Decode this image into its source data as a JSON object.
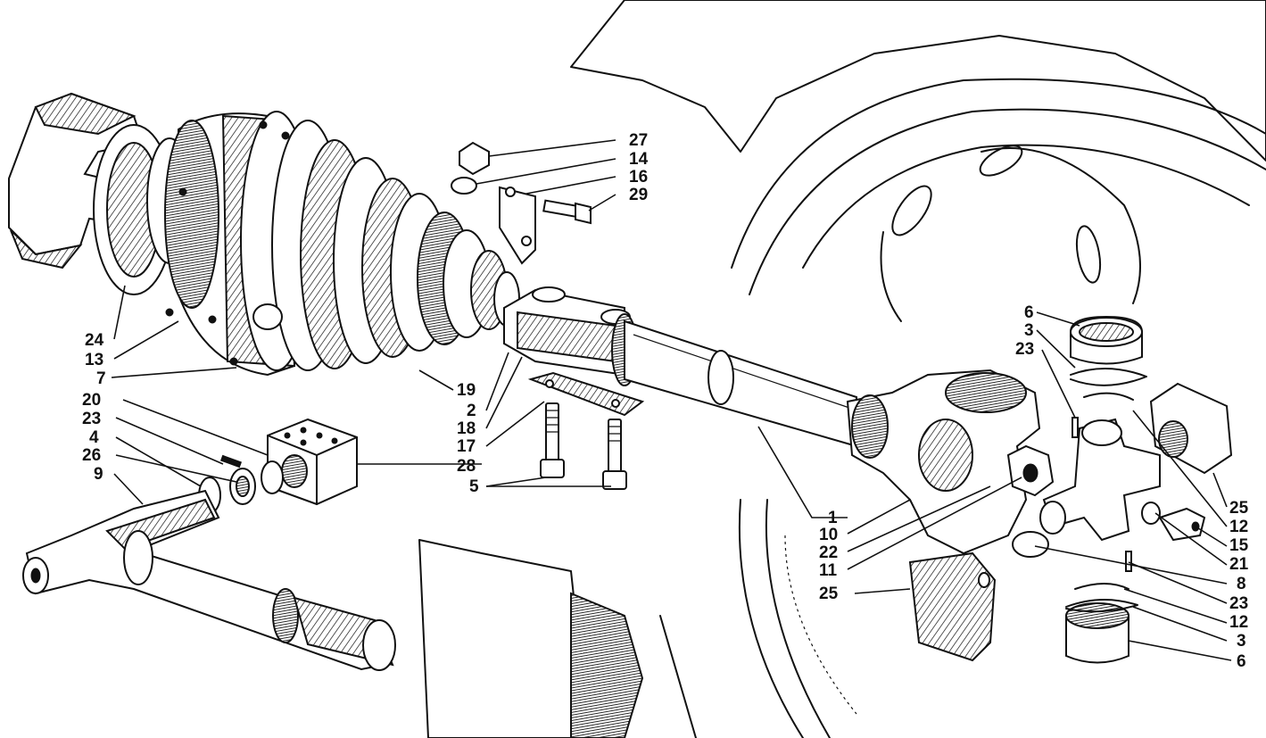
{
  "diagram": {
    "description_labels": {
      "left_column": [
        "24",
        "13",
        "7",
        "20",
        "23",
        "4",
        "26",
        "9"
      ],
      "center_group": [
        "19",
        "2",
        "18",
        "17",
        "28",
        "5"
      ],
      "top_group": [
        "27",
        "14",
        "16",
        "29"
      ],
      "center_right": [
        "1",
        "10",
        "22",
        "11",
        "25"
      ],
      "right_column_upper": [
        "6",
        "3",
        "23"
      ],
      "right_column_lower": [
        "25",
        "12",
        "15",
        "21",
        "8",
        "23",
        "12",
        "3",
        "6"
      ]
    }
  }
}
